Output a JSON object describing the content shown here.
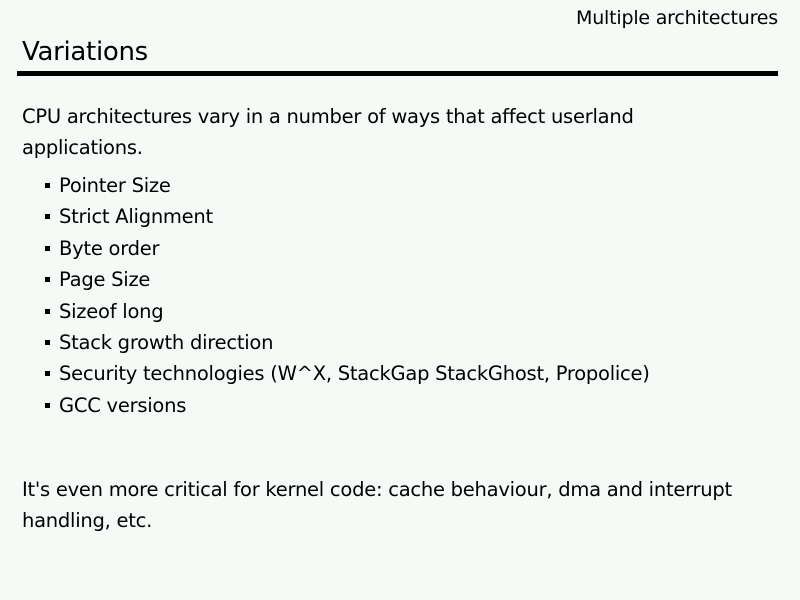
{
  "slide": {
    "header": "Multiple architectures",
    "title": "Variations",
    "intro": "CPU architectures vary in a number of ways that affect userland applications.",
    "bullets": [
      {
        "label": "Pointer Size"
      },
      {
        "label": "Strict Alignment"
      },
      {
        "label": "Byte order"
      },
      {
        "label": "Page Size"
      },
      {
        "label": "Sizeof long"
      },
      {
        "label": "Stack growth direction"
      },
      {
        "label": "Security technologies (W^X, StackGap StackGhost, Propolice)"
      },
      {
        "label": "GCC versions"
      }
    ],
    "closing": "It's even more critical for kernel code: cache behaviour, dma and interrupt handling, etc.",
    "colors": {
      "background": "#f5faf7",
      "text": "#000000",
      "rule": "#000000"
    },
    "bullet_marker_icon": "square-bullet-icon"
  }
}
